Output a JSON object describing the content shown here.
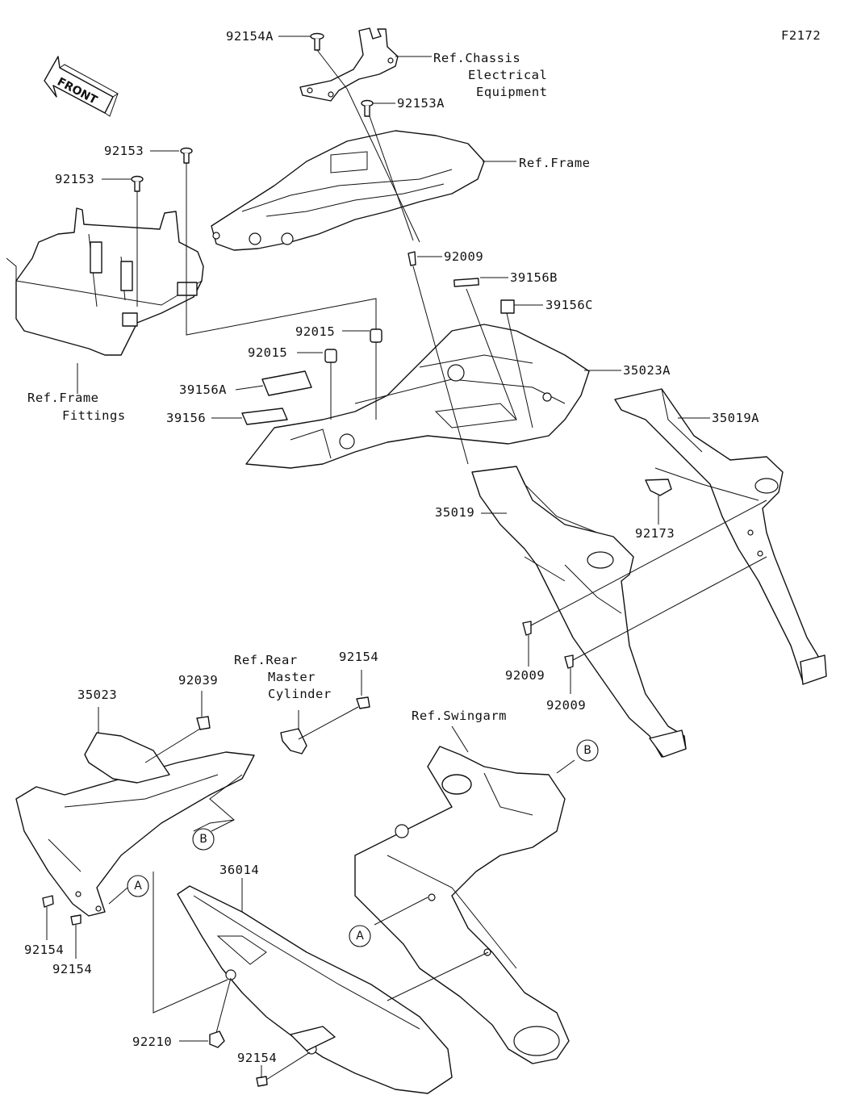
{
  "figure_id": "F2172",
  "front_arrow": "FRONT",
  "parts": {
    "p92154A": "92154A",
    "p92153A": "92153A",
    "p92153_a": "92153",
    "p92153_b": "92153",
    "p92009_a": "92009",
    "p39156B": "39156B",
    "p39156C": "39156C",
    "p92015_a": "92015",
    "p92015_b": "92015",
    "p35023A": "35023A",
    "p39156A": "39156A",
    "p39156": "39156",
    "p35019A": "35019A",
    "p35019": "35019",
    "p92173": "92173",
    "p92009_b": "92009",
    "p92009_c": "92009",
    "p92154_a": "92154",
    "p92039": "92039",
    "p35023": "35023",
    "p36014": "36014",
    "p92154_b": "92154",
    "p92154_c": "92154",
    "p92210": "92210",
    "p92154_d": "92154"
  },
  "references": {
    "chassis": [
      "Ref.Chassis",
      "Electrical",
      "Equipment"
    ],
    "frame": "Ref.Frame",
    "frame_fittings": [
      "Ref.Frame",
      "Fittings"
    ],
    "rear_master": [
      "Ref.Rear",
      "Master",
      "Cylinder"
    ],
    "swingarm": "Ref.Swingarm"
  },
  "markers": {
    "a1": "A",
    "a2": "A",
    "b1": "B",
    "b2": "B"
  }
}
